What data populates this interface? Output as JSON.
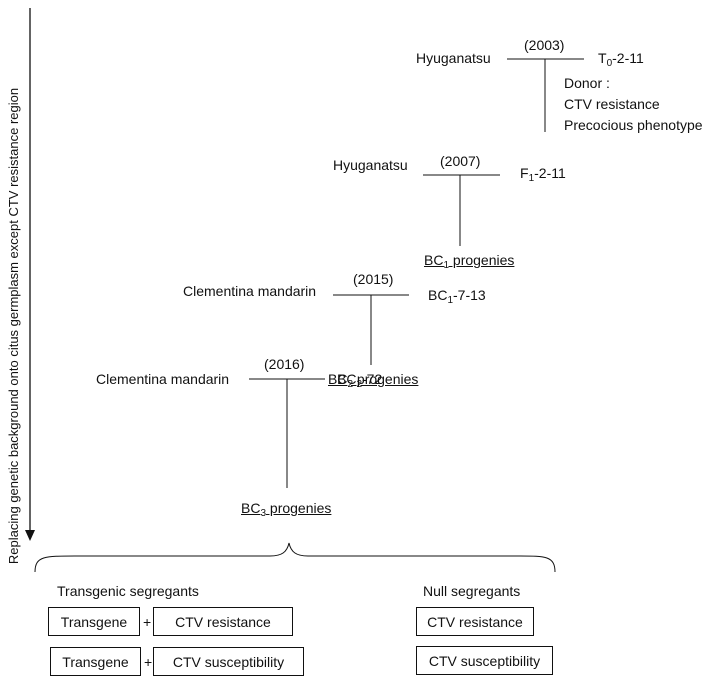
{
  "side_label": "Replacing genetic background onto citus germplasm except  CTV resistance region",
  "gen0": {
    "parent": "Hyuganatsu",
    "year": "(2003)",
    "donor_main": "T",
    "donor_sub": "0",
    "donor_rest": "-2-11"
  },
  "donor_note": {
    "title": "Donor :",
    "line1": "CTV resistance",
    "line2": "Precocious phenotype"
  },
  "gen1": {
    "parent": "Hyuganatsu",
    "year": "(2007)",
    "line_main": "F",
    "line_sub": "1",
    "line_rest": "-2-11"
  },
  "bc1": {
    "main": "BC",
    "sub": "1",
    "rest": " progenies"
  },
  "gen2": {
    "parent": "Clementina mandarin",
    "year": "(2015)",
    "line_main": "BC",
    "line_sub": "1",
    "line_rest": "-7-13"
  },
  "bc2": {
    "main": "BC",
    "sub": "2",
    "rest": " progenies"
  },
  "gen3": {
    "parent": "Clementina mandarin",
    "year": "(2016)",
    "line_main": "BC",
    "line_sub": "2",
    "line_rest": "-72"
  },
  "bc3": {
    "main": "BC",
    "sub": "3",
    "rest": " progenies"
  },
  "transgenic": {
    "heading": "Transgenic segregants",
    "rows": [
      {
        "left": "Transgene",
        "plus": "+",
        "right": "CTV resistance"
      },
      {
        "left": "Transgene",
        "plus": "+",
        "right": "CTV susceptibility"
      }
    ]
  },
  "null": {
    "heading": "Null segregants",
    "rows": [
      "CTV resistance",
      "CTV susceptibility"
    ]
  }
}
